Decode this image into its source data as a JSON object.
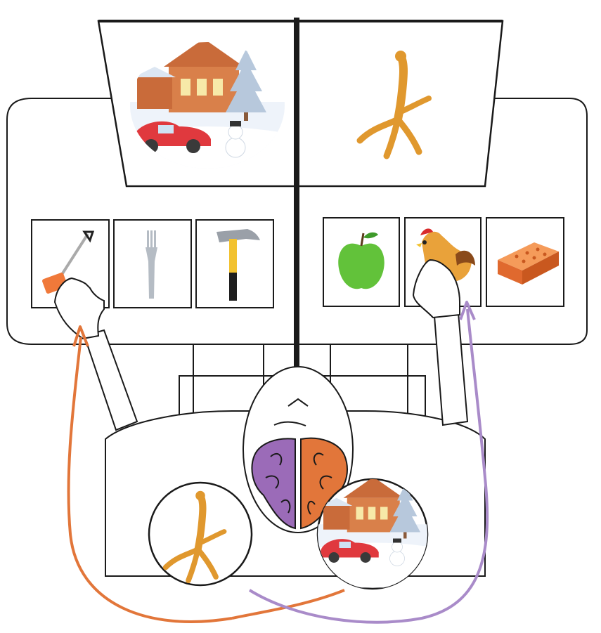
{
  "scene": {
    "description_free": true,
    "colors": {
      "outline": "#1a1a1a",
      "left_hemisphere": "#9b6bb8",
      "right_hemisphere": "#e2763a",
      "left_arrow": "#e2763a",
      "right_arrow": "#a98bc9",
      "orange_object": "#e98a2e",
      "car": "#e0393e",
      "apple": "#62c23a",
      "brick": "#f0793a"
    }
  },
  "screen": {
    "left_image": "snowy-house-scene",
    "right_image": "chicken-claw"
  },
  "cards": {
    "left": [
      "snow-shovel",
      "fork",
      "hammer"
    ],
    "right": [
      "apple",
      "rooster",
      "brick"
    ]
  },
  "thought_bubbles": {
    "left": "chicken-claw",
    "right": "snowy-house-scene"
  }
}
